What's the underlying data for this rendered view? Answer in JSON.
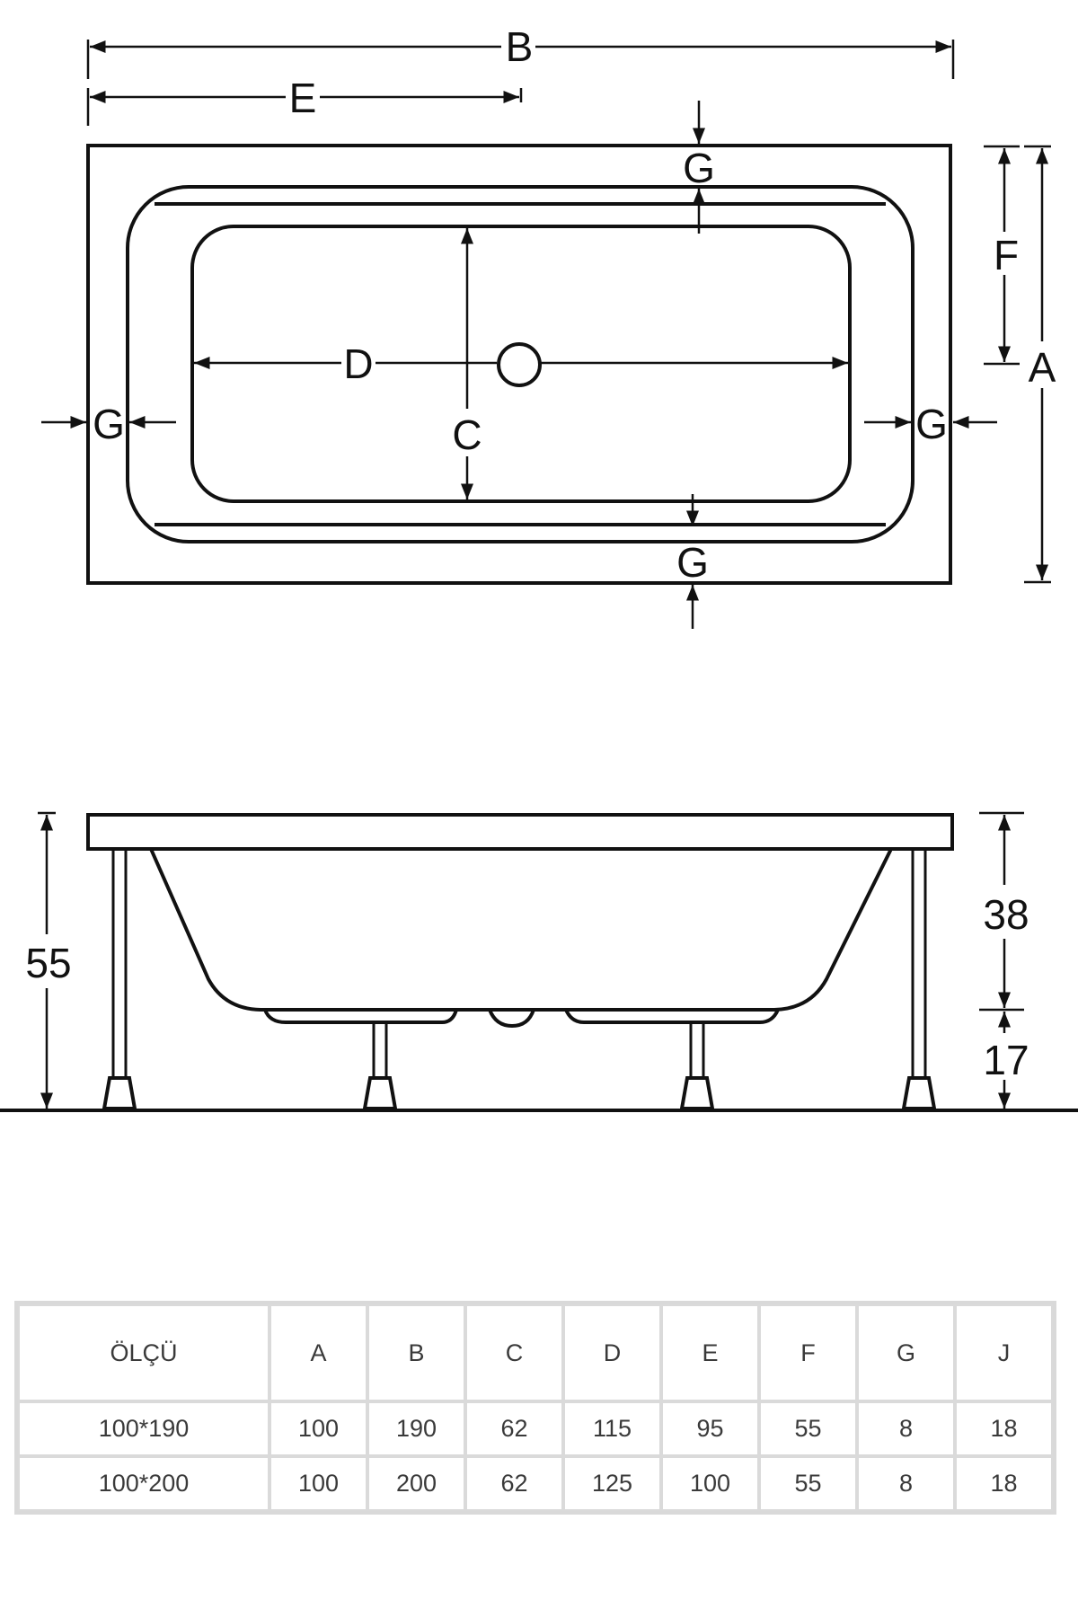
{
  "top_view_labels": {
    "b": "B",
    "e": "E",
    "g_top": "G",
    "f": "F",
    "a": "A",
    "d": "D",
    "c": "C",
    "g_left": "G",
    "g_right": "G",
    "g_bottom": "G"
  },
  "side_view_labels": {
    "total_height": "55",
    "tub_depth": "38",
    "leg_height": "17"
  },
  "table": {
    "headers": [
      "ÖLÇÜ",
      "A",
      "B",
      "C",
      "D",
      "E",
      "F",
      "G",
      "J"
    ],
    "rows": [
      [
        "100*190",
        "100",
        "190",
        "62",
        "115",
        "95",
        "55",
        "8",
        "18"
      ],
      [
        "100*200",
        "100",
        "200",
        "62",
        "125",
        "100",
        "55",
        "8",
        "18"
      ]
    ]
  }
}
